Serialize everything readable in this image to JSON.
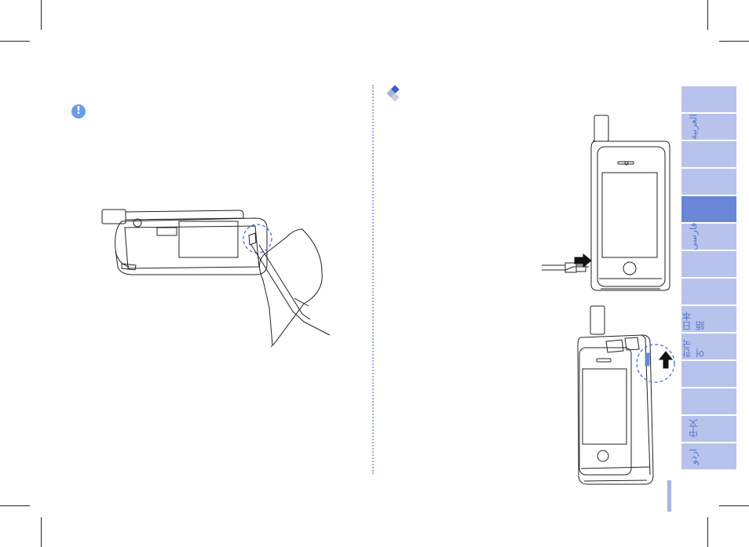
{
  "note": {
    "icon": "exclamation-icon",
    "glyph": "!"
  },
  "section": {
    "icon": "diamond-bullet-icon"
  },
  "language_tabs": [
    {
      "label": "",
      "active": false
    },
    {
      "label": "العربية",
      "active": false
    },
    {
      "label": "",
      "active": false
    },
    {
      "label": "",
      "active": false
    },
    {
      "label": "",
      "active": true
    },
    {
      "label": "فارسی",
      "active": false
    },
    {
      "label": "",
      "active": false
    },
    {
      "label": "",
      "active": false
    },
    {
      "label": "日本語",
      "active": false
    },
    {
      "label": "한국어",
      "active": false
    },
    {
      "label": "",
      "active": false
    },
    {
      "label": "",
      "active": false
    },
    {
      "label": "中文",
      "active": false
    },
    {
      "label": "اردو",
      "active": false
    }
  ],
  "colors": {
    "accent": "#6a86d6",
    "tab": "#b7c3ec",
    "tab_text": "#5c76c9",
    "note_icon": "#6d9de0",
    "diamond_dark": "#3a5fcf",
    "diamond_light": "#aab4c8"
  }
}
